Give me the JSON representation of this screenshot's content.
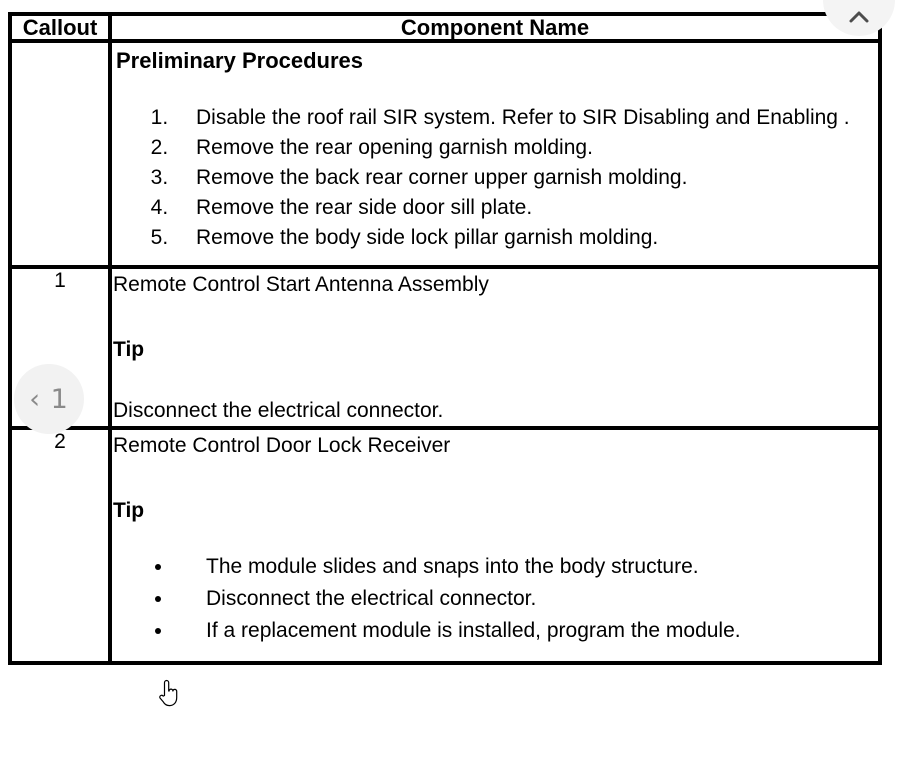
{
  "table": {
    "headers": {
      "callout": "Callout",
      "component_name": "Component Name"
    },
    "preliminary": {
      "section_title": "Preliminary Procedures",
      "steps": [
        "Disable the roof rail SIR system. Refer to SIR Disabling and Enabling .",
        "Remove the rear opening garnish molding.",
        "Remove the back rear corner upper garnish molding.",
        "Remove the rear side door sill plate.",
        "Remove the body side lock pillar garnish molding."
      ]
    },
    "rows": [
      {
        "callout": "1",
        "component": "Remote Control Start Antenna Assembly",
        "tip_label": "Tip",
        "tip_text": "Disconnect the electrical connector."
      },
      {
        "callout": "2",
        "component": "Remote Control Door Lock Receiver",
        "tip_label": "Tip",
        "bullets": [
          "The module slides and snaps into the body structure.",
          "Disconnect the electrical connector.",
          "If a replacement module is installed, program the module."
        ]
      }
    ]
  },
  "controls": {
    "prev": {
      "icon": "chevron-left-icon",
      "label": "‹ 1"
    },
    "scroll_top": {
      "icon": "chevron-up-icon"
    }
  },
  "colors": {
    "border": "#000000",
    "page_background": "#ffffff",
    "text": "#000000",
    "nav_circle_background": "#f2f2f2",
    "nav_glyph": "#8a8a8a"
  }
}
